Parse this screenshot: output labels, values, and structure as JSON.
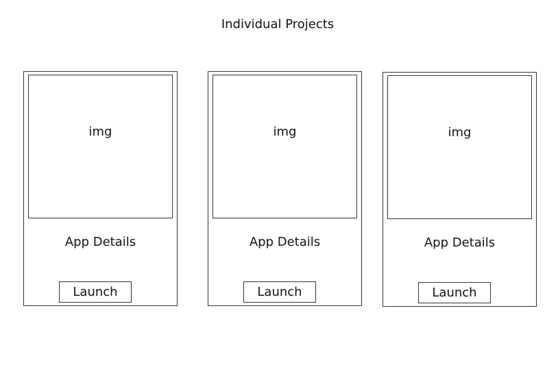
{
  "page": {
    "title": "Individual Projects"
  },
  "projects": [
    {
      "img_label": "img",
      "details": "App Details",
      "launch_label": "Launch"
    },
    {
      "img_label": "img",
      "details": "App Details",
      "launch_label": "Launch"
    },
    {
      "img_label": "img",
      "details": "App Details",
      "launch_label": "Launch"
    }
  ],
  "colors": {
    "border": "#333333",
    "background": "#ffffff",
    "text": "#111111"
  }
}
